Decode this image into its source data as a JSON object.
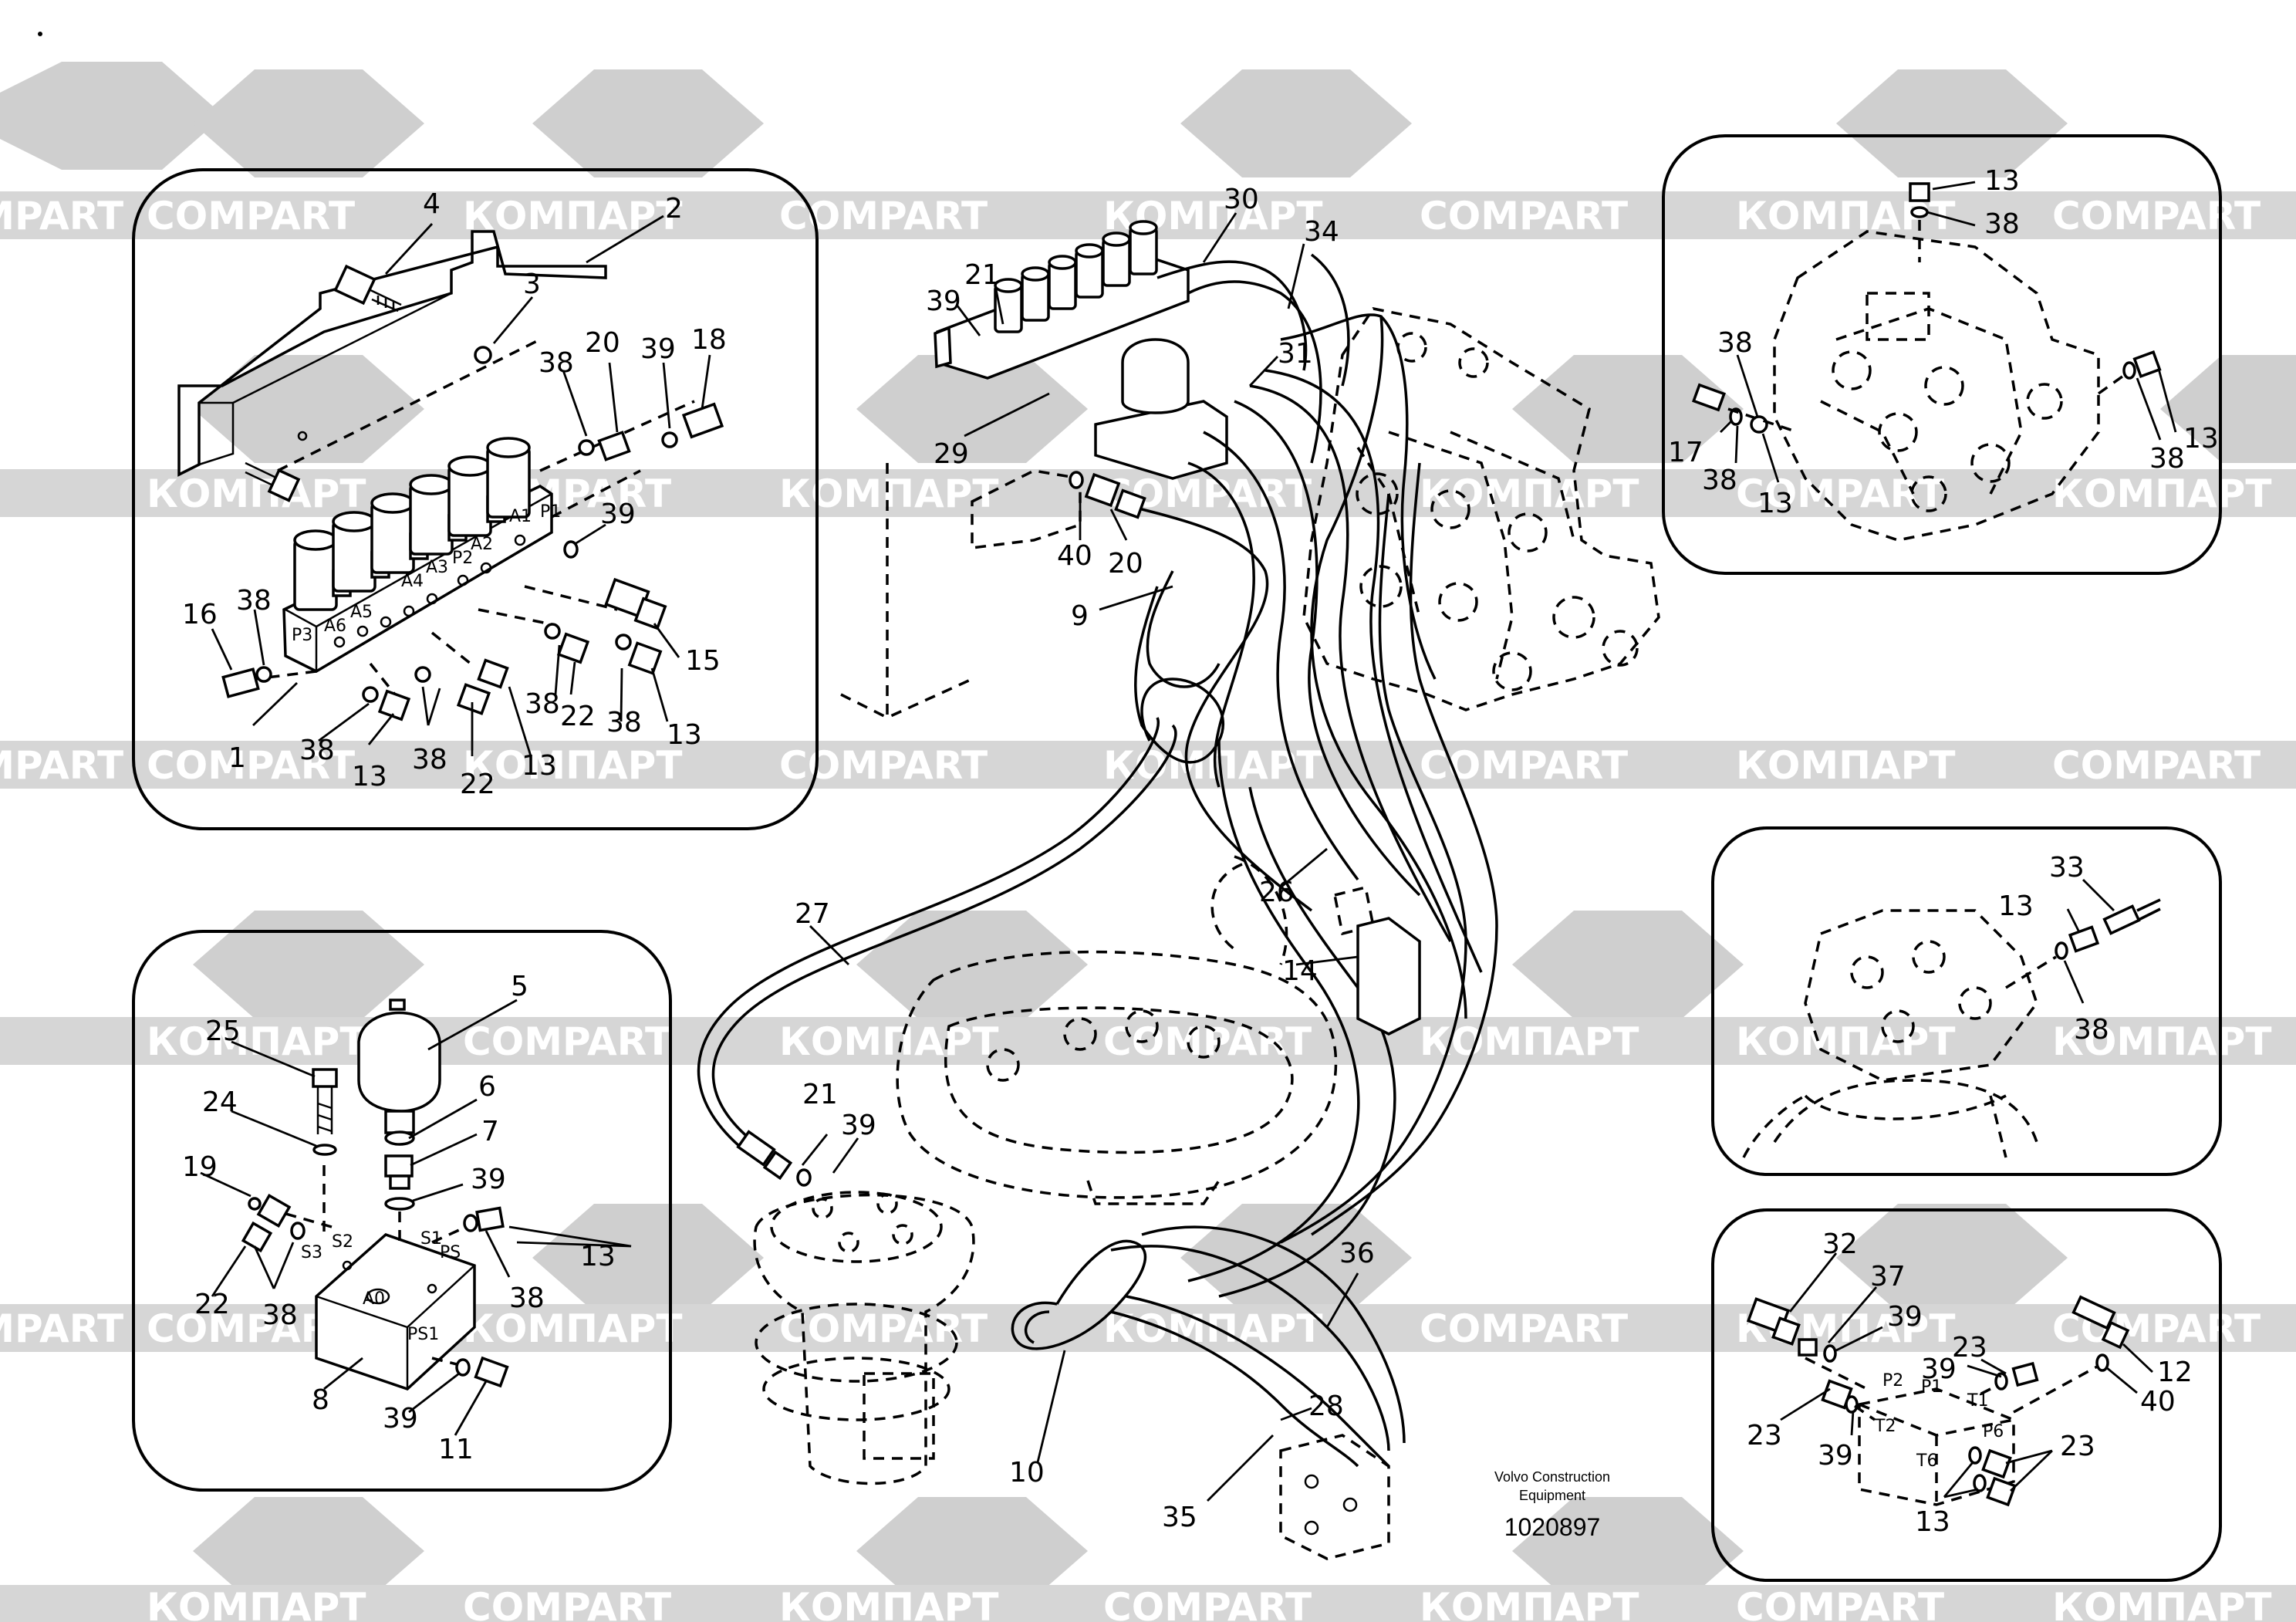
{
  "watermarks": [
    "COMPART",
    "КОМПАРТ"
  ],
  "caption": {
    "line1": "Volvo Construction",
    "line2": "Equipment",
    "doc_number": "1020897"
  },
  "port_labels": [
    "P3",
    "A6",
    "A5",
    "A4",
    "A3",
    "P2",
    "A2",
    "A1",
    "P1",
    "S3",
    "S2",
    "S1",
    "PS",
    "A0",
    "PS1",
    "P2",
    "P1",
    "T2",
    "T1",
    "P6",
    "T6"
  ],
  "callouts": {
    "c1": "1",
    "c2": "2",
    "c3": "3",
    "c4": "4",
    "c5": "5",
    "c6": "6",
    "c7": "7",
    "c8": "8",
    "c9": "9",
    "c10": "10",
    "c11": "11",
    "c12": "12",
    "c13a": "13",
    "c13b": "13",
    "c13c": "13",
    "c13d": "13",
    "c13e": "13",
    "c13f": "13",
    "c13g": "13",
    "c13h": "13",
    "c13i": "13",
    "c14": "14",
    "c15": "15",
    "c16": "16",
    "c17": "17",
    "c18": "18",
    "c19": "19",
    "c20a": "20",
    "c20b": "20",
    "c21a": "21",
    "c21b": "21",
    "c22a": "22",
    "c22b": "22",
    "c22c": "22",
    "c23a": "23",
    "c23b": "23",
    "c23c": "23",
    "c24": "24",
    "c25": "25",
    "c26": "26",
    "c27": "27",
    "c28": "28",
    "c29": "29",
    "c30": "30",
    "c31": "31",
    "c32": "32",
    "c33": "33",
    "c34": "34",
    "c35": "35",
    "c36": "36",
    "c37": "37",
    "c38a": "38",
    "c38b": "38",
    "c38c": "38",
    "c38d": "38",
    "c38e": "38",
    "c38f": "38",
    "c38g": "38",
    "c38h": "38",
    "c38i": "38",
    "c38j": "38",
    "c38k": "38",
    "c38l": "38",
    "c38m": "38",
    "c39a": "39",
    "c39b": "39",
    "c39c": "39",
    "c39d": "39",
    "c39e": "39",
    "c39f": "39",
    "c39g": "39",
    "c39h": "39",
    "c39i": "39",
    "c40a": "40",
    "c40b": "40"
  }
}
